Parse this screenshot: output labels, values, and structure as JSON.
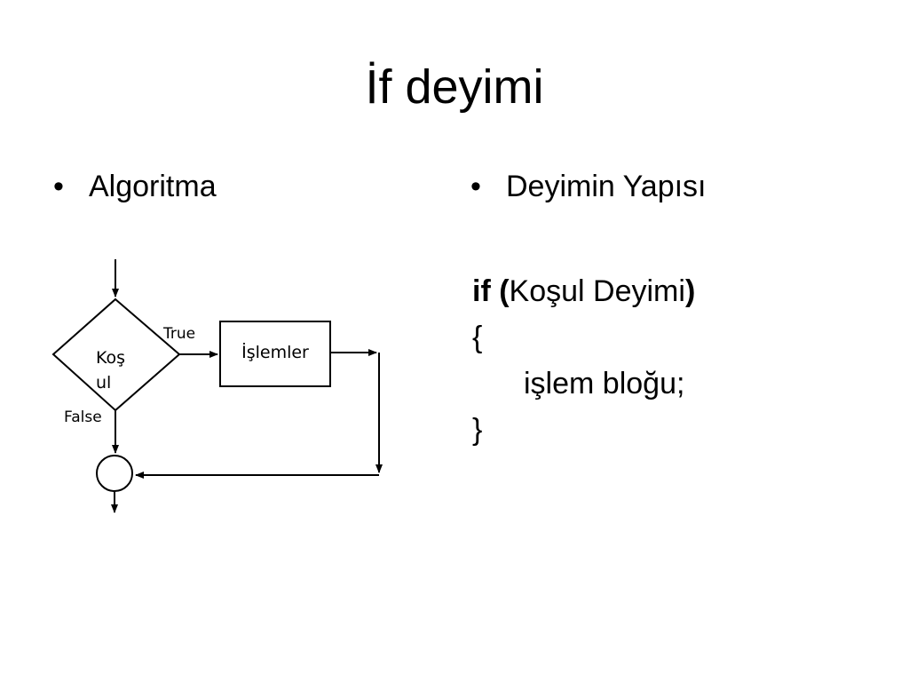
{
  "title": "İf deyimi",
  "left_column": {
    "bullet": "•",
    "heading": "Algoritma"
  },
  "right_column": {
    "bullet": "•",
    "heading": "Deyimin Yapısı"
  },
  "code": {
    "keyword_if": "if (",
    "condition": "Koşul Deyimi",
    "close_paren": ")",
    "open_brace": "{",
    "body": "işlem bloğu;",
    "close_brace": "}"
  },
  "flowchart": {
    "condition_line1": "Koş",
    "condition_line2": "ul",
    "process_label": "İşlemler",
    "true_label": "True",
    "false_label": "False"
  }
}
